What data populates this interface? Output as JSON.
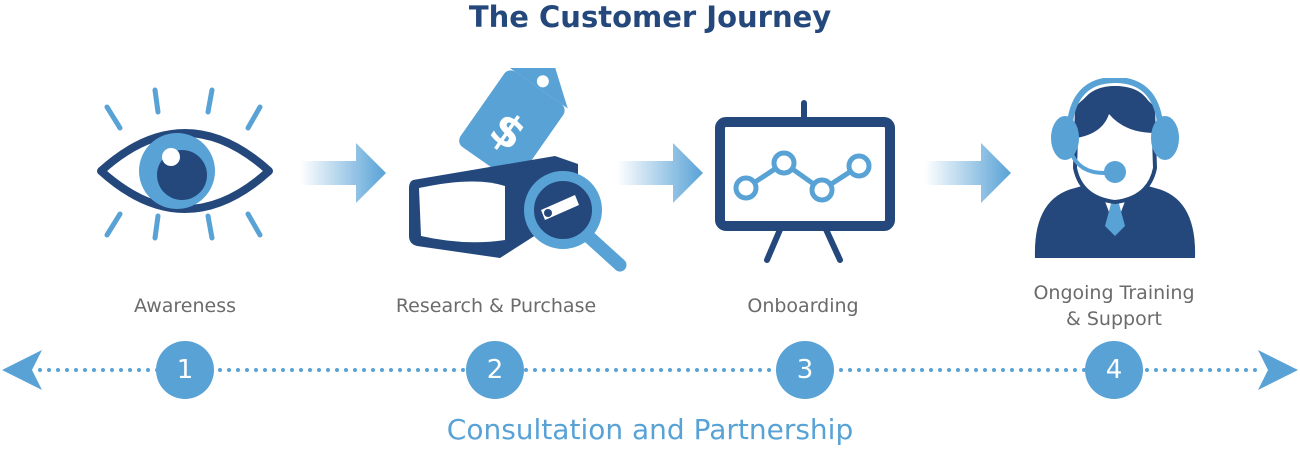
{
  "title": "The Customer Journey",
  "subtitle": "Consultation and Partnership",
  "colors": {
    "dark_blue": "#24487c",
    "light_blue": "#58a2d6",
    "label_gray": "#6b6b6b"
  },
  "steps": [
    {
      "number": "1",
      "label": "Awareness",
      "icon": "eye-icon"
    },
    {
      "number": "2",
      "label": "Research & Purchase",
      "icon": "product-price-search-icon"
    },
    {
      "number": "3",
      "label": "Onboarding",
      "icon": "presentation-board-icon"
    },
    {
      "number": "4",
      "label_line1": "Ongoing Training",
      "label_line2": "& Support",
      "icon": "support-agent-headset-icon"
    }
  ]
}
